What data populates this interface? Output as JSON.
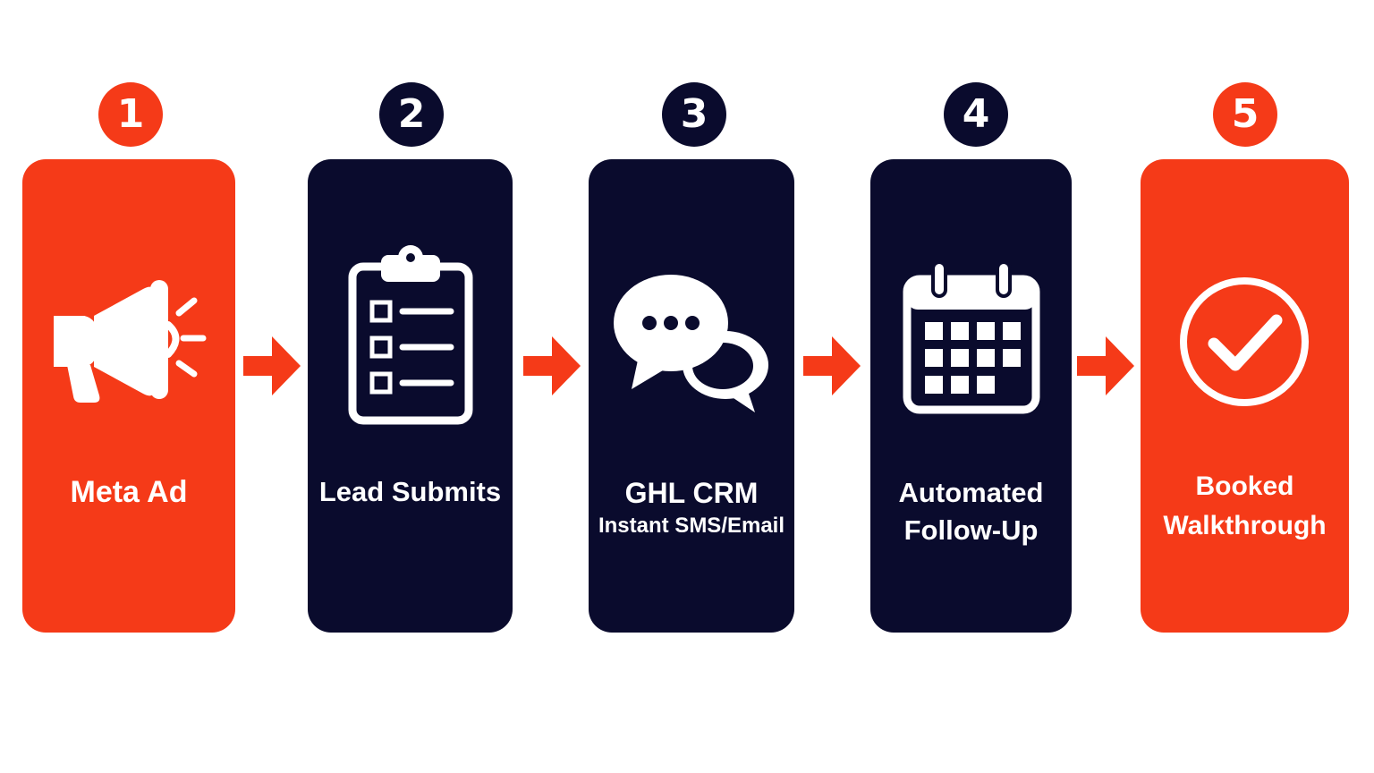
{
  "colors": {
    "accent": "#f53a18",
    "navy": "#0a0b2d",
    "background": "#ffffff",
    "text_on_card": "#ffffff"
  },
  "steps": [
    {
      "number": "1",
      "color": "accent",
      "icon": "megaphone-icon",
      "lines": [
        "Meta Ad"
      ]
    },
    {
      "number": "2",
      "color": "navy",
      "icon": "clipboard-checklist-icon",
      "lines": [
        "Lead Submits"
      ]
    },
    {
      "number": "3",
      "color": "navy",
      "icon": "chat-bubbles-icon",
      "lines": [
        "GHL CRM",
        "Instant SMS/Email"
      ]
    },
    {
      "number": "4",
      "color": "navy",
      "icon": "calendar-icon",
      "lines": [
        "Automated",
        "Follow-Up"
      ]
    },
    {
      "number": "5",
      "color": "accent",
      "icon": "check-circle-icon",
      "lines": [
        "Booked",
        "Walkthrough"
      ]
    }
  ],
  "connectors": [
    {
      "icon": "arrow-right-icon"
    },
    {
      "icon": "arrow-right-icon"
    },
    {
      "icon": "arrow-right-icon"
    },
    {
      "icon": "arrow-right-icon"
    }
  ]
}
